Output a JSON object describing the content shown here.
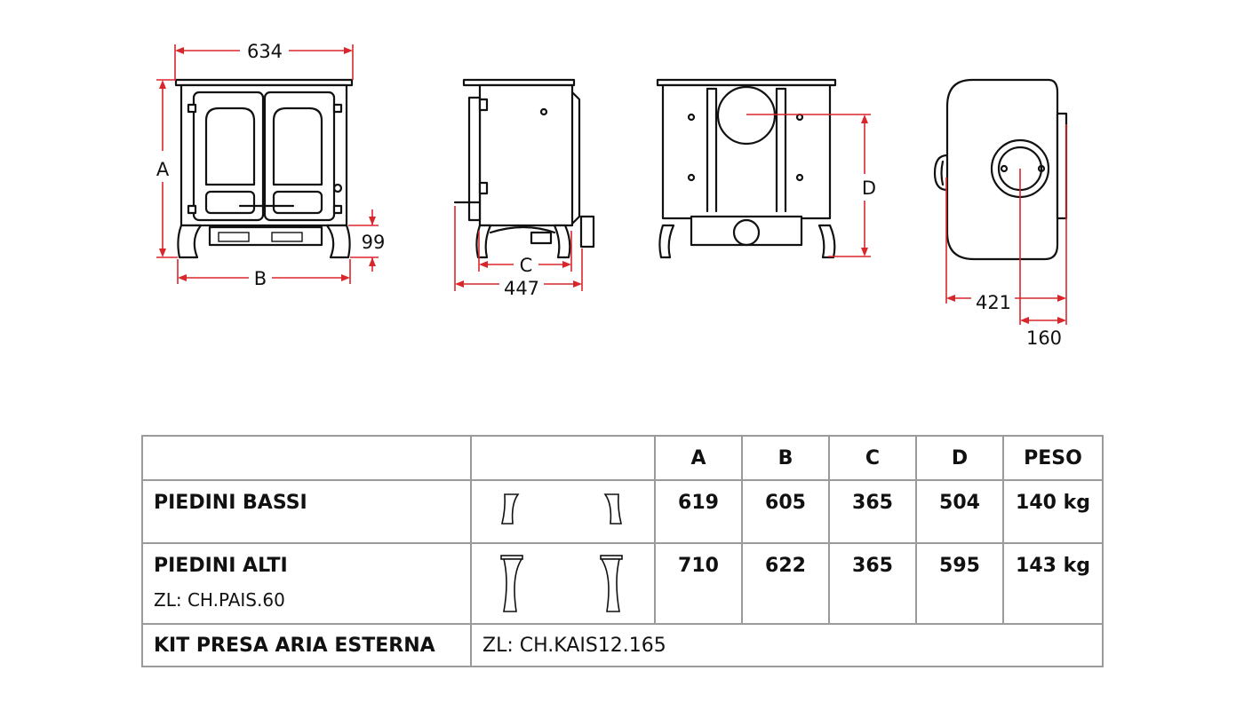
{
  "dimensions": {
    "front_width": "634",
    "height_label": "A",
    "leg_height": "99",
    "base_width_label": "B",
    "side_leg_label": "C",
    "side_depth": "447",
    "flue_height_label": "D",
    "top_depth": "421",
    "flue_offset": "160"
  },
  "table": {
    "headers": [
      "",
      "",
      "A",
      "B",
      "C",
      "D",
      "PESO"
    ],
    "rows": [
      {
        "label": "PIEDINI BASSI",
        "sublabel": "",
        "A": "619",
        "B": "605",
        "C": "365",
        "D": "504",
        "peso": "140 kg",
        "leg_icon": "short-leg-icon"
      },
      {
        "label": "PIEDINI ALTI",
        "sublabel": "ZL: CH.PAIS.60",
        "A": "710",
        "B": "622",
        "C": "365",
        "D": "595",
        "peso": "143 kg",
        "leg_icon": "tall-leg-icon"
      }
    ],
    "kit_label": "KIT PRESA ARIA ESTERNA",
    "kit_code": "ZL: CH.KAIS12.165"
  },
  "colors": {
    "dimension_lines": "#d9262b",
    "outline": "#111111",
    "table_border": "#9a9a9a"
  }
}
